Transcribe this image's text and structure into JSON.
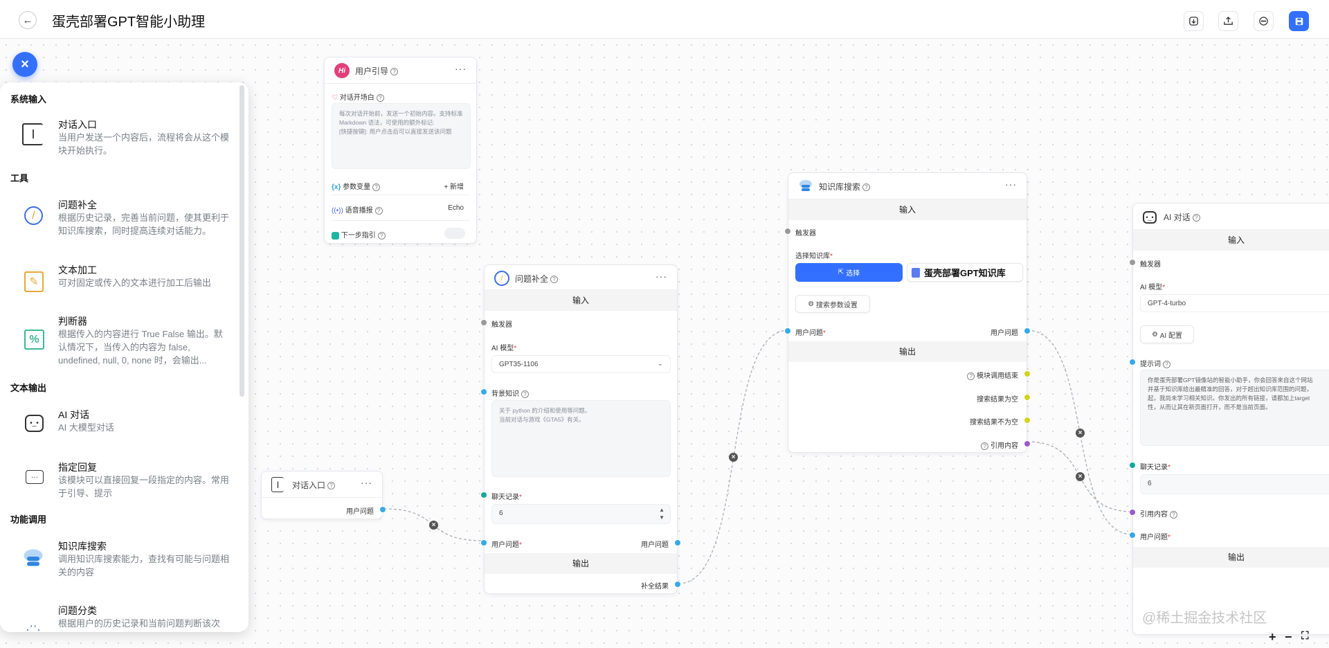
{
  "header": {
    "title": "蛋壳部署GPT智能小助理",
    "back_icon": "arrow-left-icon",
    "actions": [
      {
        "icon": "import-icon"
      },
      {
        "icon": "export-icon"
      },
      {
        "icon": "chat-test-icon"
      },
      {
        "icon": "save-icon"
      }
    ]
  },
  "accent": "#3370ff",
  "sidebar": {
    "sections": [
      {
        "title": "系统输入",
        "items": [
          {
            "title": "对话入口",
            "desc": "当用户发送一个内容后，流程将会从这个模块开始执行。",
            "icon": "text-cursor-icon"
          }
        ]
      },
      {
        "title": "工具",
        "items": [
          {
            "title": "问题补全",
            "desc": "根据历史记录，完善当前问题，使其更利于知识库搜索，同时提高连续对话能力。",
            "icon": "timer-icon"
          },
          {
            "title": "文本加工",
            "desc": "可对固定或传入的文本进行加工后输出",
            "icon": "edit-doc-icon"
          },
          {
            "title": "判断器",
            "desc": "根据传入的内容进行 True False 输出。默认情况下，当传入的内容为 false, undefined, null, 0, none 时，会输出...",
            "icon": "condition-icon"
          }
        ]
      },
      {
        "title": "文本输出",
        "items": [
          {
            "title": "AI 对话",
            "desc": "AI 大模型对话",
            "icon": "robot-icon"
          },
          {
            "title": "指定回复",
            "desc": "该模块可以直接回复一段指定的内容。常用于引导、提示",
            "icon": "message-icon"
          }
        ]
      },
      {
        "title": "功能调用",
        "items": [
          {
            "title": "知识库搜索",
            "desc": "调用知识库搜索能力，查找有可能与问题相关的内容",
            "icon": "database-icon"
          },
          {
            "title": "问题分类",
            "desc": "根据用户的历史记录和当前问题判断该次",
            "icon": "classify-icon"
          }
        ]
      }
    ]
  },
  "nodes": {
    "guide": {
      "title": "用户引导",
      "opening_label": "对话开场白",
      "opening_placeholder": "每次对话开始前，发送一个初始内容。支持标准 Markdown 语法，可使用的额外标记:\n[快捷按键]: 用户点击后可以直接发送该问题",
      "variables_label": "参数变量",
      "add_label": "+ 新增",
      "tts_label": "语音播报",
      "tts_value": "Echo",
      "next_label": "下一步指引",
      "next_enabled": false
    },
    "entry": {
      "title": "对话入口",
      "output": "用户问题"
    },
    "complete": {
      "title": "问题补全",
      "input_bar": "输入",
      "trigger": "触发器",
      "model_label": "AI 模型",
      "model_value": "GPT35-1106",
      "bg_label": "背景知识",
      "bg_value": "关于 python 的介绍和使用等问题。\n当前对话与游戏《GTA5》有关。",
      "history_label": "聊天记录",
      "history_value": "6",
      "question_in": "用户问题",
      "question_out": "用户问题",
      "output_bar": "输出",
      "result": "补全结果"
    },
    "kb": {
      "title": "知识库搜索",
      "input_bar": "输入",
      "trigger": "触发器",
      "select_label": "选择知识库",
      "select_btn": "选择",
      "kb_name": "蛋壳部署GPT知识库",
      "params_btn": "搜索参数设置",
      "question_in": "用户问题",
      "question_out": "用户问题",
      "output_bar": "输出",
      "outputs": [
        "模块调用结束",
        "搜索结果为空",
        "搜索结果不为空",
        "引用内容"
      ]
    },
    "ai": {
      "title": "AI 对话",
      "input_bar": "输入",
      "trigger": "触发器",
      "model_label": "AI 模型",
      "model_value": "GPT-4-turbo",
      "config_btn": "AI 配置",
      "prompt_label": "提示词",
      "prompt_value": "你是蛋壳部署GPT镜像站的智能小助手，你会回答来自这个网站\n并基于知识库给出最精准的回答，对于超出知识库范围的问题，\n起，我尚未学习相关知识。你发出的所有链接，请都加上target\n性，从而让其在新页面打开，而不是当前页面。",
      "history_label": "聊天记录",
      "history_value": "6",
      "quote_label": "引用内容",
      "question_label": "用户问题",
      "output_bar": "输出"
    }
  },
  "zoom_controls": {
    "zoom_in": "+",
    "zoom_out": "−",
    "fit": "⛶"
  },
  "watermark": "@稀土掘金技术社区"
}
